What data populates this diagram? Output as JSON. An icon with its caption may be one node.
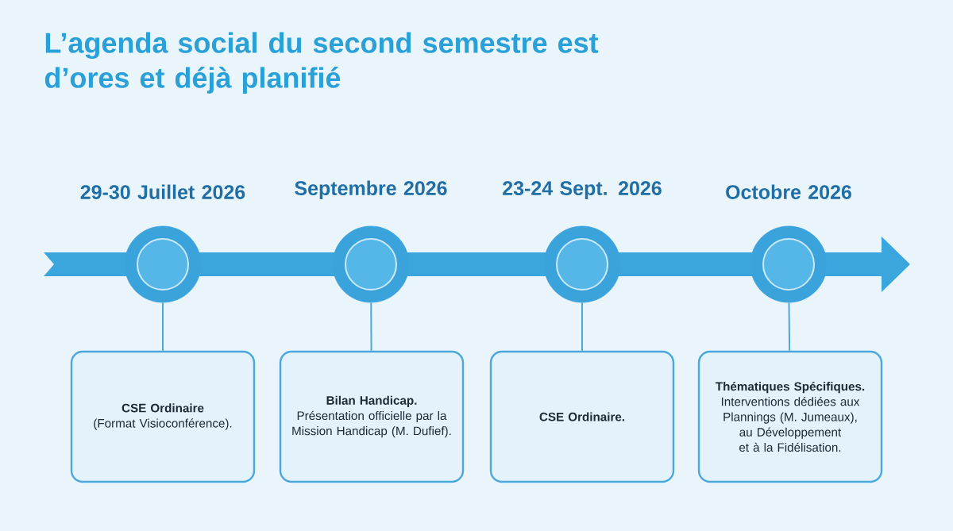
{
  "diagram": {
    "title": "L’agenda social du second semestre est d’ores et déjà planifié",
    "nodes": [
      {
        "text": [],
        "shape": "circle",
        "beside": [
          "29-30 Juillet 2026"
        ]
      },
      {
        "text": [],
        "shape": "circle",
        "beside": [
          "Septembre 2026"
        ]
      },
      {
        "text": [],
        "shape": "circle",
        "beside": [
          "23-24 Sept. 2026"
        ]
      },
      {
        "text": [],
        "shape": "circle",
        "beside": [
          "Octobre 2026"
        ]
      },
      {
        "text": [
          "CSE Ordinaire",
          "(Format Visioconférence)."
        ]
      },
      {
        "text": [
          "Bilan Handicap.",
          "Présentation officielle par la Mission Handicap (M. Dufief)."
        ]
      },
      {
        "text": [
          "CSE Ordinaire."
        ]
      },
      {
        "text": [
          "Thématiques Spécifiques.",
          "Interventions dédiées aux Plannings (M. Jumeaux), au Développement et à la Fidélisation."
        ]
      }
    ],
    "edges": [
      {
        "from": 0,
        "to": 4,
        "arrow": "none"
      },
      {
        "from": 1,
        "to": 5,
        "arrow": "none"
      },
      {
        "from": 2,
        "to": 6,
        "arrow": "none"
      },
      {
        "from": 3,
        "to": 7,
        "arrow": "none"
      }
    ]
  }
}
